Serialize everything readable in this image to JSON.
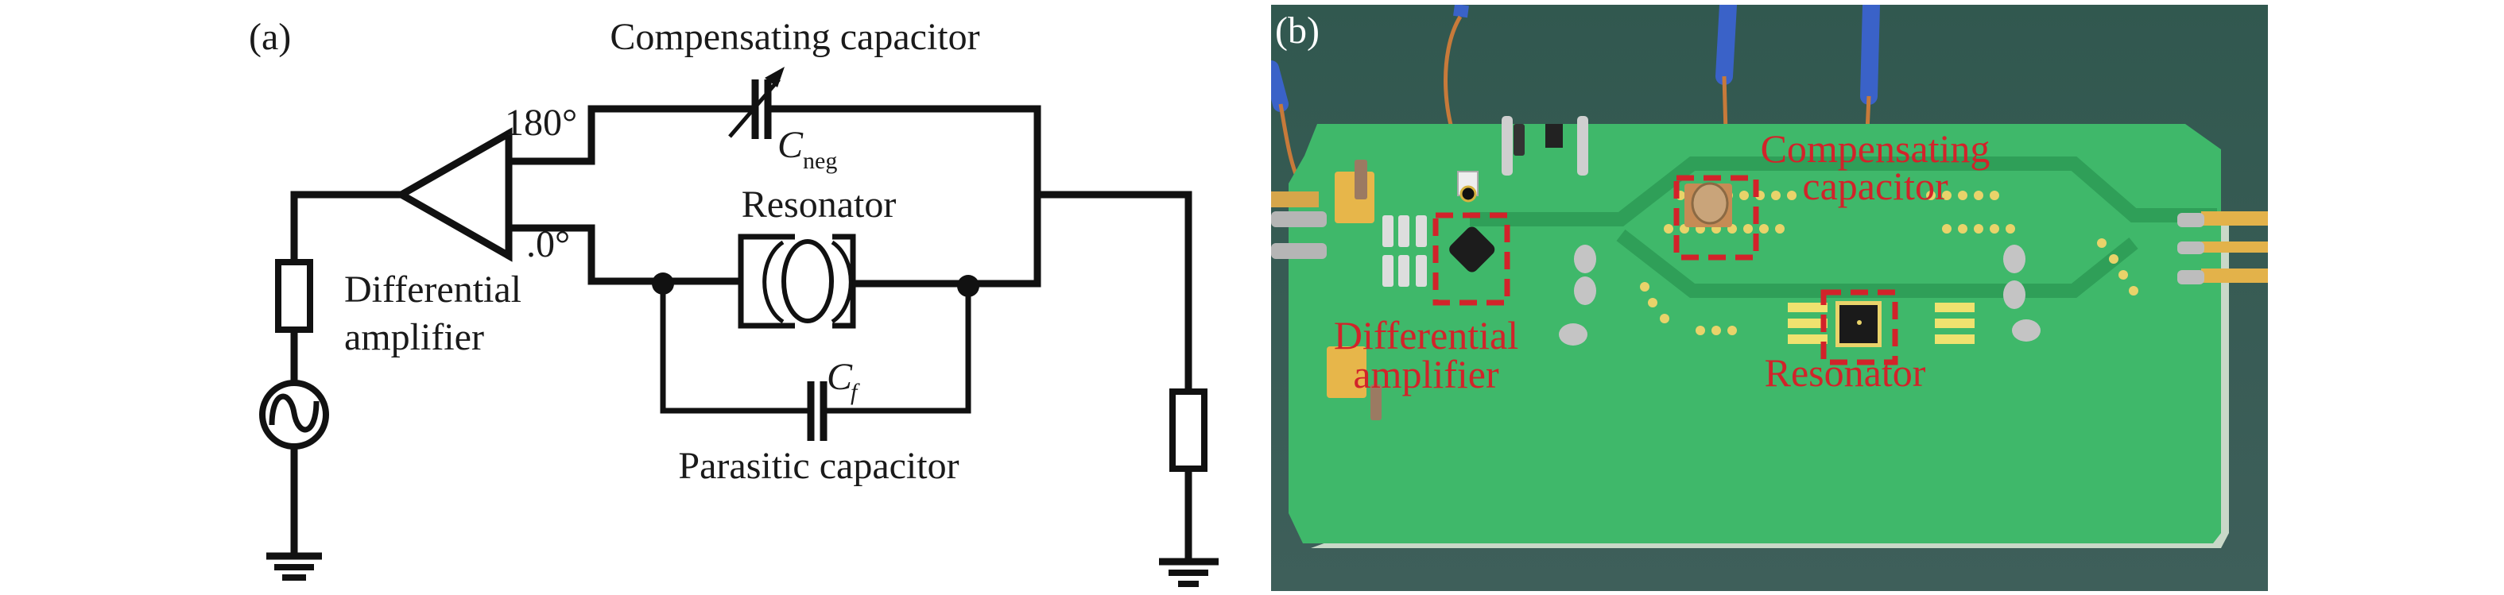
{
  "figure": {
    "panel_a": {
      "tag": "(a)",
      "title": "Circuit schematic",
      "labels": {
        "compensating_capacitor": "Compensating capacitor",
        "c_neg_symbol": "C",
        "c_neg_subscript": "neg",
        "resonator": "Resonator",
        "differential_line1": "Differential",
        "differential_line2": "amplifier",
        "phase_180": "180°",
        "phase_0": ".0°",
        "c_f_symbol": "C",
        "c_f_subscript": "f",
        "parasitic_capacitor": "Parasitic capacitor"
      },
      "components": [
        "ac-source",
        "source-resistor",
        "differential-amplifier",
        "variable-capacitor-Cneg",
        "resonator",
        "parasitic-capacitor-Cf",
        "load-resistor",
        "ground",
        "ground"
      ]
    },
    "panel_b": {
      "tag": "(b)",
      "title": "PCB photograph",
      "annotations": {
        "compensating_line1": "Compensating",
        "compensating_line2": "capacitor",
        "differential_line1": "Differential",
        "differential_line2": "amplifier",
        "resonator": "Resonator"
      },
      "annotation_color": "#d2232a",
      "board_color": "#3fb86a",
      "background_color": "#3a5e55"
    }
  }
}
